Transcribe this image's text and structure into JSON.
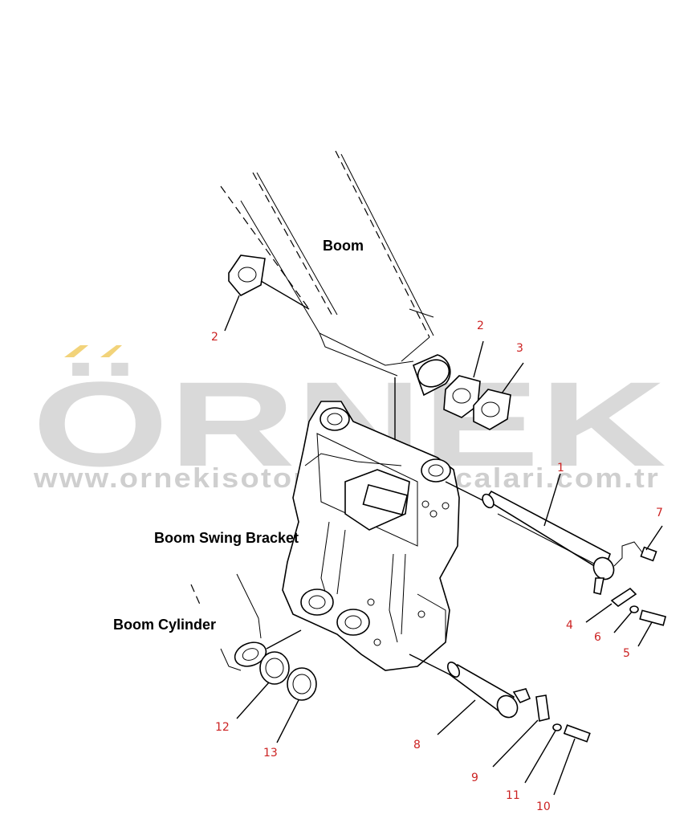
{
  "watermark": {
    "brand": "ÖRNEK",
    "url": "www.ornekisotomotiveparcalari.com.tr",
    "brand_color": "#d9d9d9",
    "accent_color": "#f2d37a"
  },
  "labels": {
    "boom": "Boom",
    "boom_swing_bracket": "Boom Swing Bracket",
    "boom_cylinder": "Boom Cylinder"
  },
  "callouts": {
    "c2a": "2",
    "c2b": "2",
    "c3": "3",
    "c1": "1",
    "c7": "7",
    "c4": "4",
    "c6": "6",
    "c5": "5",
    "c8": "8",
    "c9": "9",
    "c11": "11",
    "c10": "10",
    "c12": "12",
    "c13": "13"
  },
  "colors": {
    "callout": "#cc2222",
    "line": "#000000"
  }
}
